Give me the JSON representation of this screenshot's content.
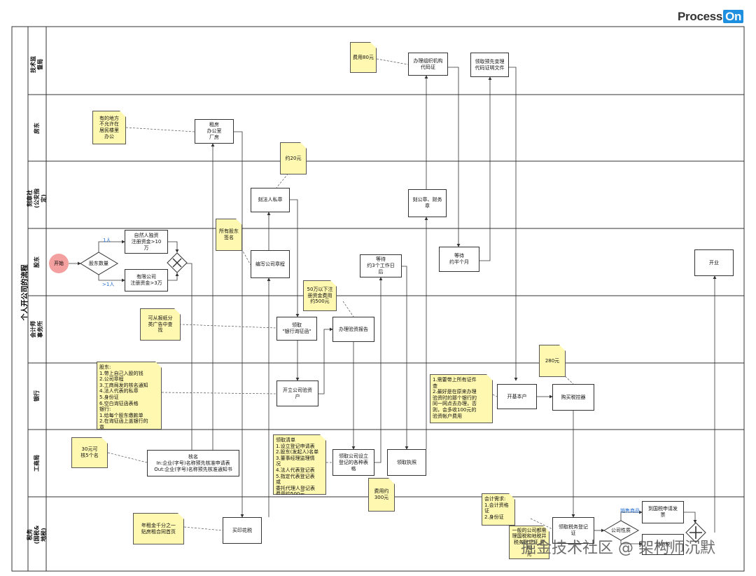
{
  "logo": {
    "text": "Process",
    "suffix": "On"
  },
  "title": "个人开公司的流程",
  "lanes": [
    {
      "label": "技术监督局"
    },
    {
      "label": "房东"
    },
    {
      "label": "刻章社\n(公安指定)"
    },
    {
      "label": "股东"
    },
    {
      "label": "会计师事务所"
    },
    {
      "label": "银行"
    },
    {
      "label": "工商局"
    },
    {
      "label": "税务\n(国税&地税)"
    }
  ],
  "start": "开始",
  "decisions": {
    "shareholders": "股东数量",
    "company_nature": "公司性质"
  },
  "edge_labels": {
    "one": "1人",
    "more": ">1人",
    "sales": "销售商品"
  },
  "boxes": {
    "org_code": "办理组织机构\n代码证",
    "pre_cert": "领取预先变理\n代码证明文件",
    "rent": "租房\n办公室\n厂房",
    "legal_seal": "刻法人私章",
    "company_seal": "刻公章、财务\n章",
    "sole": "自然人独资\n注册资金>10\n万",
    "llc": "有限公司\n注册资金>3万",
    "charter": "编写公司章程",
    "wait3": "等待\n约3个工作日\n后",
    "wait_half": "等待\n约半个月",
    "open": "开业",
    "bank_letter": "领取\n\"银行询征函\"",
    "verify_report": "办理验资报告",
    "open_account": "开立公司验资\n户",
    "basic_account": "开基本户",
    "tax_device": "购买税控器",
    "verify_name": "核名\nIn:企业(字号)名称预先核准申请表\nOut:企业(字号)名称预先核准通知书",
    "reg_forms": "领取公司设立\n登记的各种表\n格",
    "license": "领取执照",
    "stamp_tax": "买印花税",
    "tax_reg": "领取税务登记\n证",
    "invoice": "到国税申请发\n票",
    "general_tax": "到地税"
  },
  "notes": {
    "fee80": "费用80元",
    "no_resident": "有的地方\n不允许在\n居民楼里\n办公",
    "fee20": "约20元",
    "all_sign": "所有股东\n签名",
    "fee500": "50万以下注\n册资金费用\n约500元",
    "ad": "可从报纸分\n类广告中查\n找",
    "shareholder_req": "股东:\n1.带上自己入股的钱\n2.公司章程\n3.工商局发的核名通知\n4.法人代表的私章\n5.身份证\n6.空白询征函表格\n银行:\n1.给每个股东缴款单\n2.在询征函上盖银行的\n章",
    "fee30": "30元可\n核5个名",
    "doc_list": "领取清单\n1.设立登记申请表\n2.股东(发起人)名单\n3.董事经理监理情\n况\n4.法人代表登记表\n5.指定代表登记表\n或\n委托代理人登记表\n费用约500元",
    "fee300": "费用约\n300元",
    "fee280": "280元",
    "bank_note": "1.需要带上所有证件\n查\n2.最好是在原来办理\n验资时的那个银行的\n同一网点去办理，否\n则，会多收100元的\n验资帐户费用",
    "rent_tax": "年租金千分之一\n贴房租合同首页",
    "accountant": "会计需求:\n1.会计资格\n证\n2.身份证",
    "general_note": "一般的公司都需\n理国税和地税并\n税务登记证,费用\n元"
  },
  "watermark": "掘金技术社区 @ 架构师沉默"
}
